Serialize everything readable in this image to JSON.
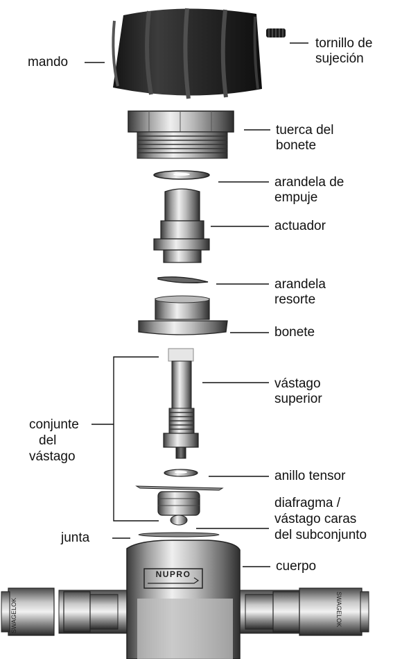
{
  "labels": {
    "mando": "mando",
    "tornillo_1": "tornillo de",
    "tornillo_2": "sujeción",
    "tuerca_1": "tuerca del",
    "tuerca_2": "bonete",
    "arandela_empuje_1": "arandela de",
    "arandela_empuje_2": "empuje",
    "actuador": "actuador",
    "arandela_resorte_1": "arandela",
    "arandela_resorte_2": "resorte",
    "bonete": "bonete",
    "vastago_sup_1": "vástago",
    "vastago_sup_2": "superior",
    "conjunte_1": "conjunte",
    "conjunte_2": "del",
    "conjunte_3": "vástago",
    "anillo": "anillo tensor",
    "diafragma_1": "diafragma /",
    "diafragma_2": "vástago caras",
    "diafragma_3": "del subconjunto",
    "junta": "junta",
    "cuerpo": "cuerpo"
  },
  "logos": {
    "body_brand": "NUPRO",
    "nut_brand": "SWAGELOK"
  }
}
